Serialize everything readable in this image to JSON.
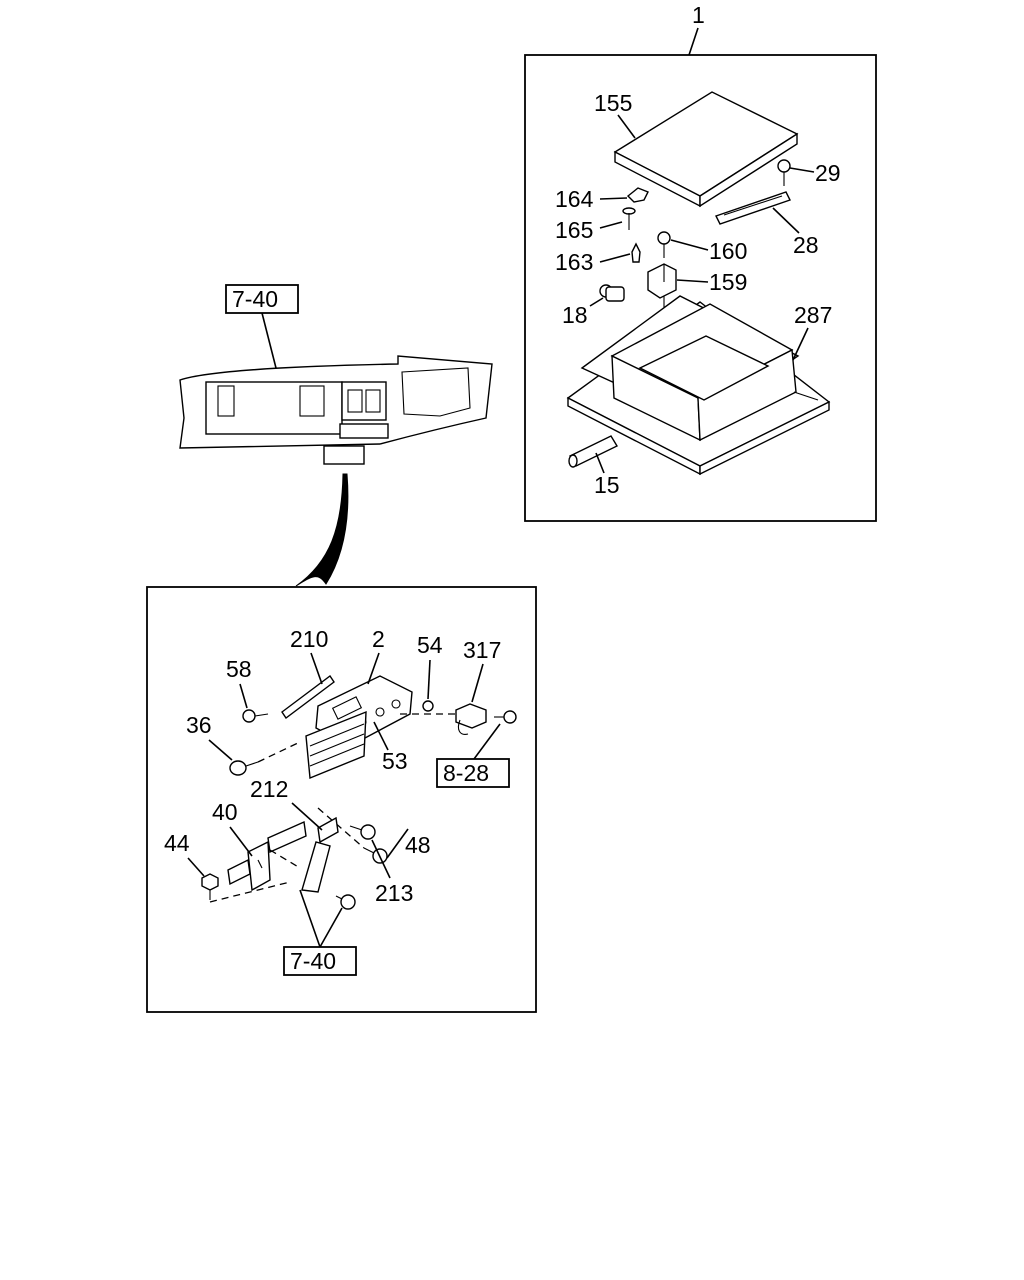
{
  "top_box": {
    "group_label": "1",
    "callouts": [
      "155",
      "29",
      "164",
      "165",
      "160",
      "28",
      "163",
      "159",
      "18",
      "287",
      "15"
    ]
  },
  "dashboard": {
    "ref": "7-40"
  },
  "bottom_box": {
    "callouts": [
      "210",
      "2",
      "54",
      "317",
      "58",
      "36",
      "53",
      "212",
      "40",
      "48",
      "44",
      "213"
    ],
    "refs": [
      "8-28",
      "7-40"
    ]
  }
}
